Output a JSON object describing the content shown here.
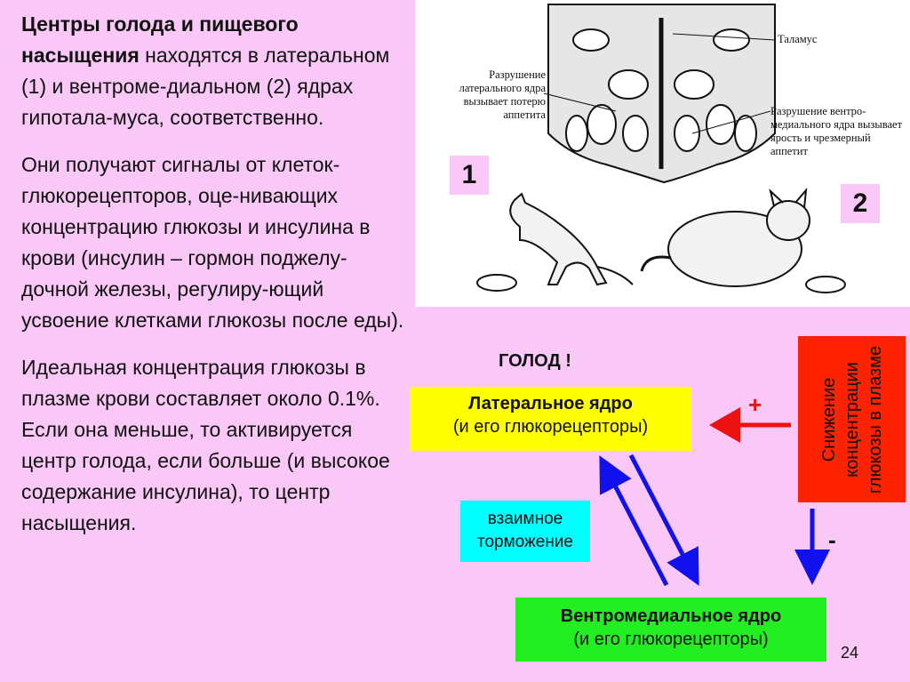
{
  "text": {
    "p1_bold": "Центры голода и пищевого насыщения",
    "p1_rest": " находятся в латеральном (1) и вентроме-диальном (2) ядрах гипотала-муса, соответственно.",
    "p2": "Они получают сигналы от клеток-глюкорецепторов, оце-нивающих концентрацию глюкозы и инсулина в крови (инсулин – гормон поджелу-дочной железы, регулиру-ющий усвоение клетками глюкозы после еды).",
    "p3": "Идеальная концентрация глюкозы в плазме крови составляет около 0.1%. Если она меньше, то активируется центр голода, если больше (и высокое содержание инсулина), то центр насыщения."
  },
  "figure": {
    "label1": "1",
    "label2": "2",
    "thalamus": "Таламус",
    "left_caption": "Разрушение латерального ядра вызывает потерю аппетита",
    "right_caption": "Разрушение вентро-медиального ядра вызывает ярость и чрезмерный аппетит"
  },
  "diagram": {
    "hunger": "ГОЛОД !",
    "lateral_title": "Латеральное ядро",
    "lateral_sub": "(и его глюкорецепторы)",
    "vmh_title": "Вентромедиальное ядро",
    "vmh_sub": "(и его глюкорецепторы)",
    "mutual": "взаимное торможение",
    "glucose_drop": "Снижение концентрации глюкозы в плазме",
    "plus": "+",
    "minus": "-"
  },
  "page_number": "24",
  "colors": {
    "background": "#f9c8f7",
    "lateral_box": "#ffff00",
    "vmh_box": "#22ee22",
    "mutual_box": "#00ffff",
    "glucose_box": "#ff2200",
    "blue_arrow": "#1111ee",
    "red_arrow": "#ee1111"
  }
}
